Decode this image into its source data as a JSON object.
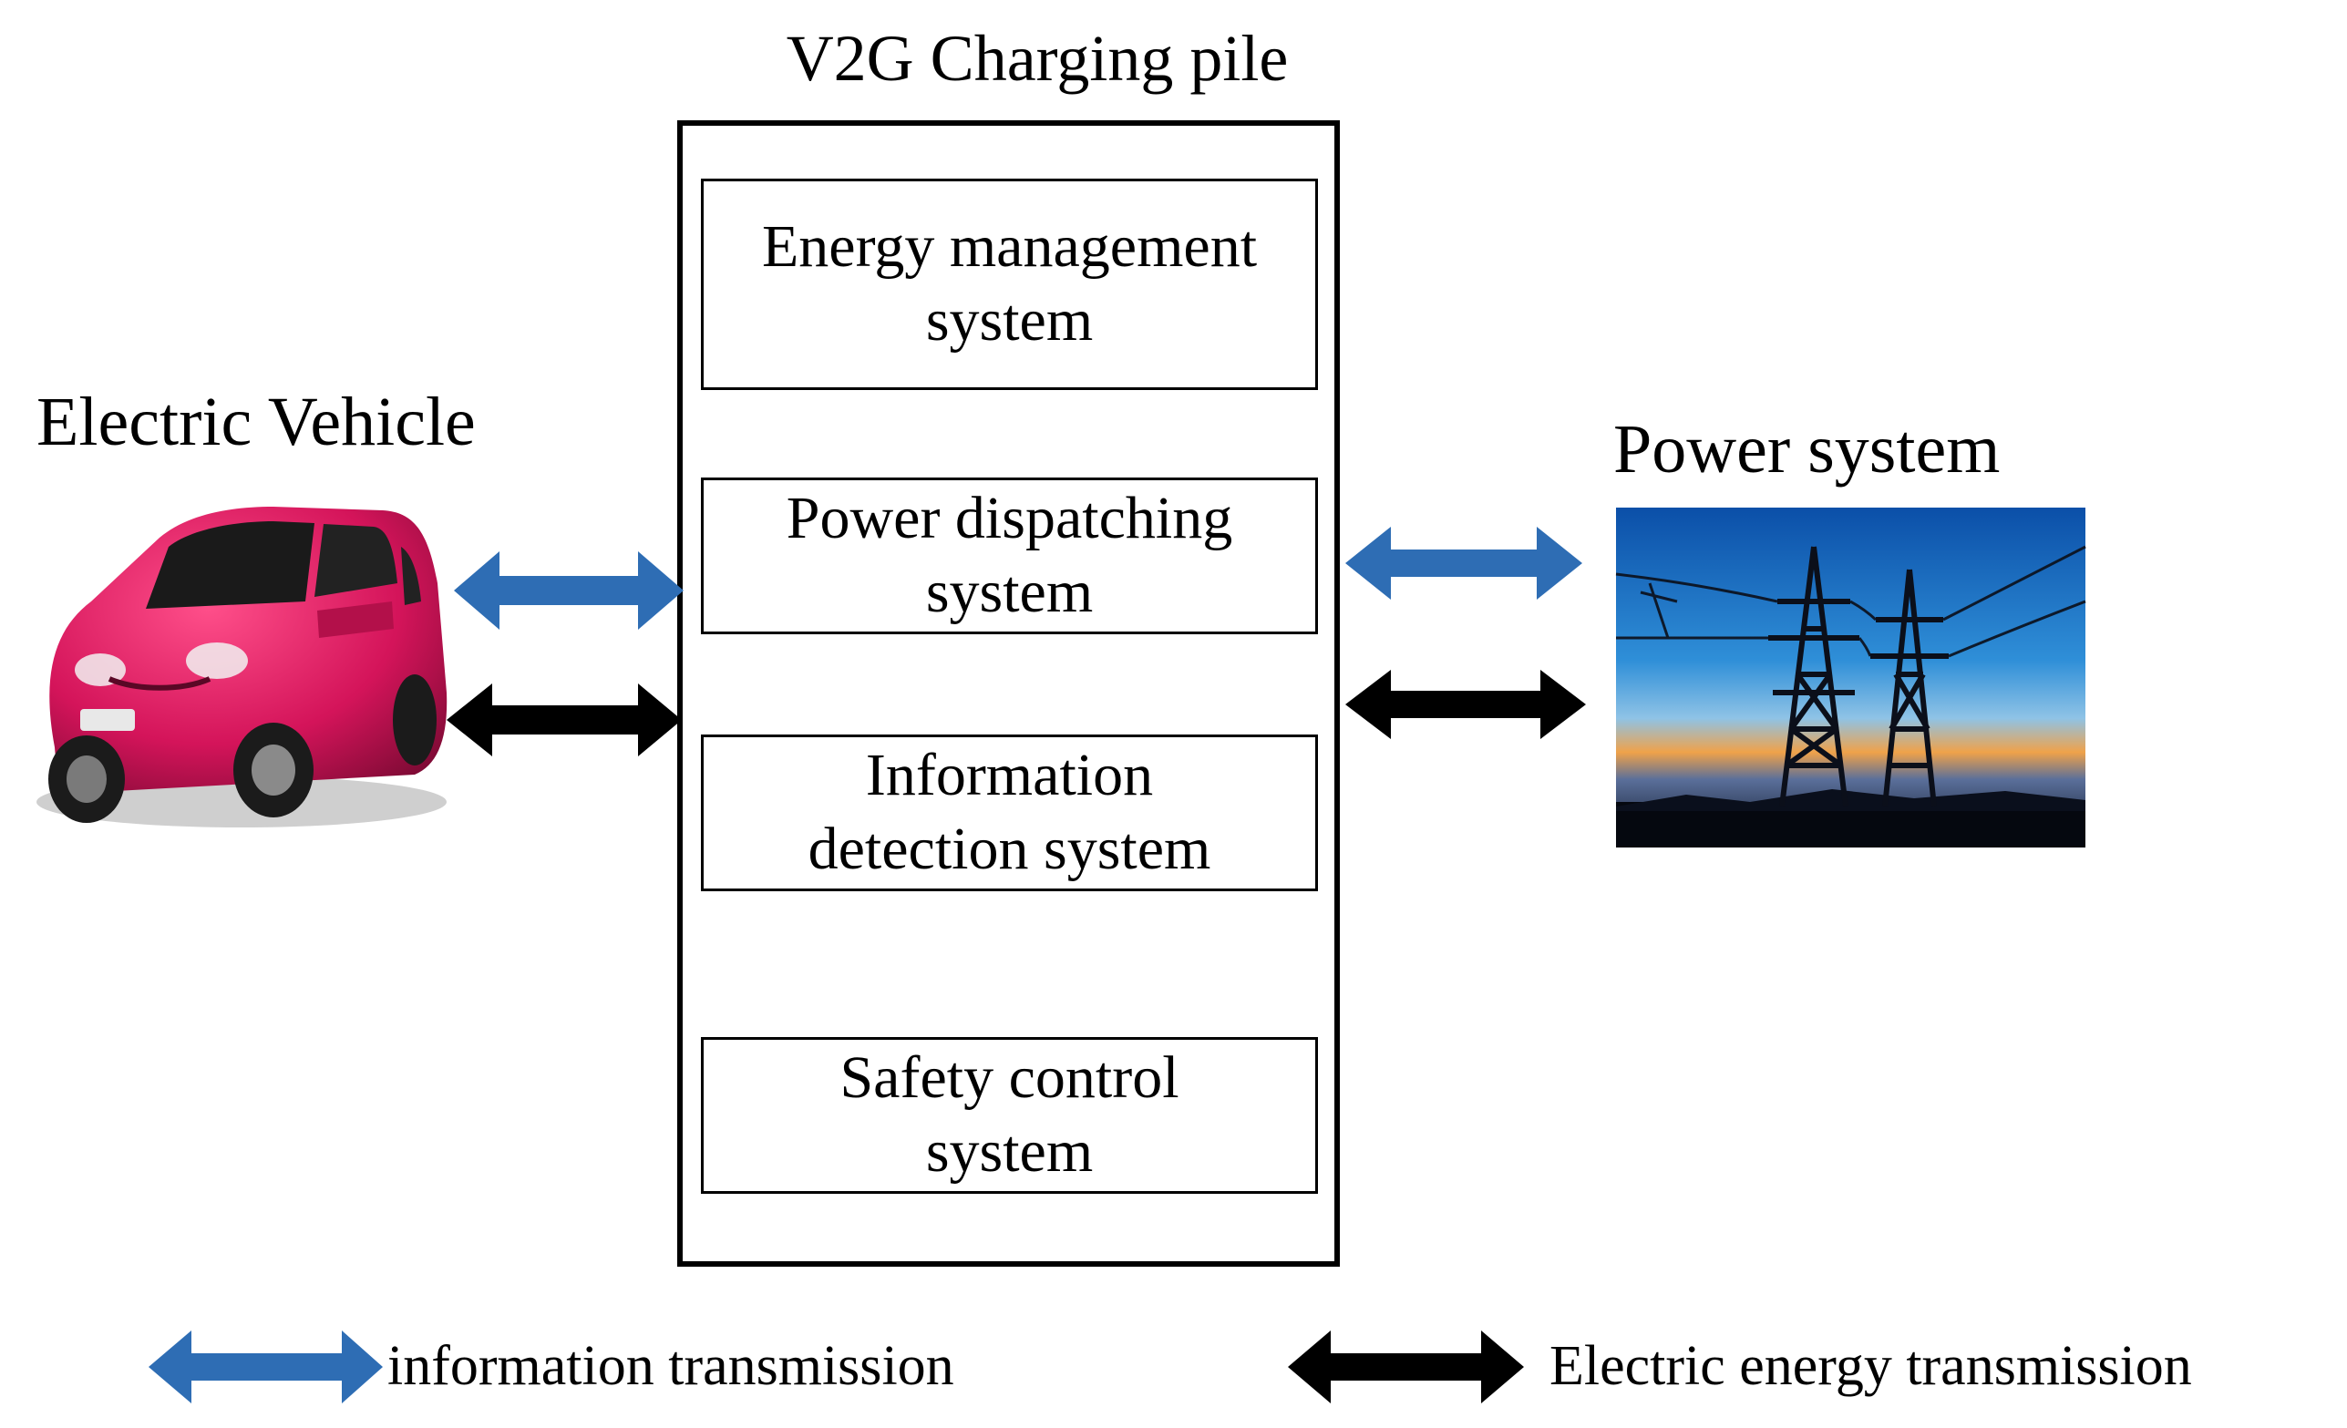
{
  "title": "V2G Charging pile",
  "components": [
    {
      "line1": "Energy management",
      "line2": "system"
    },
    {
      "line1": "Power dispatching",
      "line2": "system"
    },
    {
      "line1": "Information",
      "line2": "detection system"
    },
    {
      "line1": "Safety control",
      "line2": "system"
    }
  ],
  "left": {
    "label": "Electric Vehicle",
    "image": "car-image"
  },
  "right": {
    "label": "Power system",
    "image": "power-tower-image"
  },
  "legend": {
    "info": "information transmission",
    "energy": "Electric energy transmission"
  },
  "colors": {
    "info": "#2e6db4",
    "energy": "#000000",
    "car": "#d4145a"
  }
}
